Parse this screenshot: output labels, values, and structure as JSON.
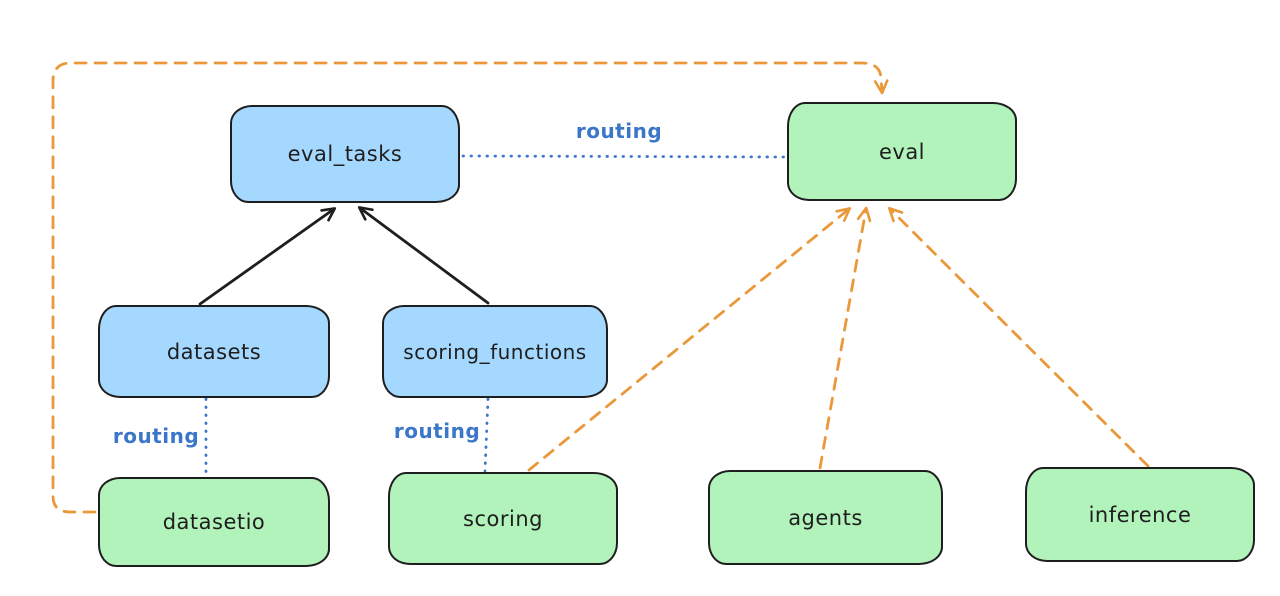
{
  "diagram": {
    "background": "#ffffff",
    "colors": {
      "blue_fill": "#a5d8ff",
      "green_fill": "#b2f2bb",
      "stroke": "#1e1e1e",
      "orange_edge": "#ea983a",
      "blue_edge": "#3b76c9"
    },
    "nodes": {
      "eval_tasks": {
        "label": "eval_tasks",
        "fill": "#a5d8ff"
      },
      "eval": {
        "label": "eval",
        "fill": "#b2f2bb"
      },
      "datasets": {
        "label": "datasets",
        "fill": "#a5d8ff"
      },
      "scoring_functions": {
        "label": "scoring_functions",
        "fill": "#a5d8ff"
      },
      "datasetio": {
        "label": "datasetio",
        "fill": "#b2f2bb"
      },
      "scoring": {
        "label": "scoring",
        "fill": "#b2f2bb"
      },
      "agents": {
        "label": "agents",
        "fill": "#b2f2bb"
      },
      "inference": {
        "label": "inference",
        "fill": "#b2f2bb"
      }
    },
    "edges": [
      {
        "from": "datasets",
        "to": "eval_tasks",
        "style": "solid-arrow",
        "color": "#1e1e1e",
        "label": ""
      },
      {
        "from": "scoring_functions",
        "to": "eval_tasks",
        "style": "solid-arrow",
        "color": "#1e1e1e",
        "label": ""
      },
      {
        "from": "eval_tasks",
        "to": "eval",
        "style": "dotted",
        "color": "#3b76c9",
        "label": "routing"
      },
      {
        "from": "datasets",
        "to": "datasetio",
        "style": "dotted",
        "color": "#3b76c9",
        "label": "routing"
      },
      {
        "from": "scoring_functions",
        "to": "scoring",
        "style": "dotted",
        "color": "#3b76c9",
        "label": "routing"
      },
      {
        "from": "datasetio",
        "to": "eval",
        "style": "dashed-arrow",
        "color": "#ea983a",
        "label": ""
      },
      {
        "from": "scoring",
        "to": "eval",
        "style": "dashed-arrow",
        "color": "#ea983a",
        "label": ""
      },
      {
        "from": "agents",
        "to": "eval",
        "style": "dashed-arrow",
        "color": "#ea983a",
        "label": ""
      },
      {
        "from": "inference",
        "to": "eval",
        "style": "dashed-arrow",
        "color": "#ea983a",
        "label": ""
      }
    ]
  }
}
